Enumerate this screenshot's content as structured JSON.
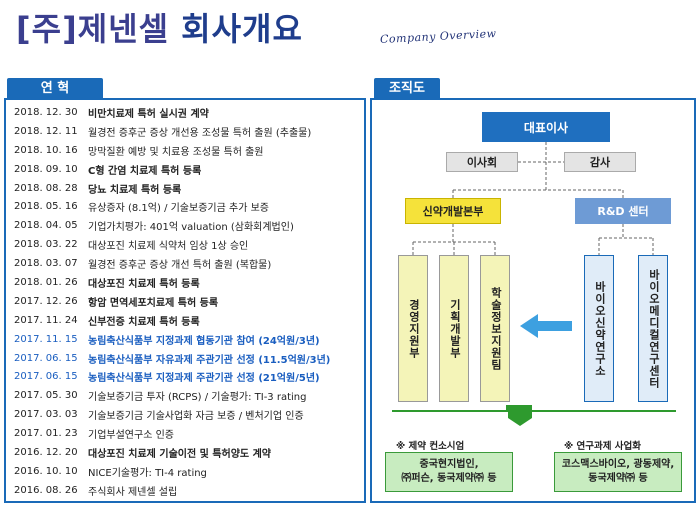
{
  "header": {
    "title_bracket": "[주]",
    "title_name": "제넨셀",
    "title_rest": " 회사개요",
    "subtitle": "Company Overview"
  },
  "history": {
    "tab_label": "연 혁",
    "rows": [
      {
        "date": "2018. 12. 30",
        "text": "비만치료제 특허 실시권 계약",
        "style": "bold"
      },
      {
        "date": "2018. 12. 11",
        "text": "월경전 증후군 증상 개선용 조성물 특허 출원 (추출물)",
        "style": "normal"
      },
      {
        "date": "2018. 10. 16",
        "text": "망막질환 예방 및 치료용 조성물 특허 출원",
        "style": "normal"
      },
      {
        "date": "2018. 09. 10",
        "text": "C형 간염 치료제 특허 등록",
        "style": "bold"
      },
      {
        "date": "2018. 08. 28",
        "text": "당뇨 치료제 특허 등록",
        "style": "bold"
      },
      {
        "date": "2018. 05. 16",
        "text": "유상증자 (8.1억) / 기술보증기금 추가 보증",
        "style": "normal"
      },
      {
        "date": "2018. 04. 05",
        "text": "기업가치평가: 401억 valuation (삼화회계법인)",
        "style": "normal"
      },
      {
        "date": "2018. 03. 22",
        "text": "대상포진 치료제 식약처 임상 1상 승인",
        "style": "normal"
      },
      {
        "date": "2018. 03. 07",
        "text": "월경전 증후군 증상 개선 특허 출원 (복합물)",
        "style": "normal"
      },
      {
        "date": "2018. 01. 26",
        "text": "대상포진 치료제 특허 등록",
        "style": "bold"
      },
      {
        "date": "2017. 12. 26",
        "text": "항암 면역세포치료제 특허 등록",
        "style": "bold"
      },
      {
        "date": "2017. 11. 24",
        "text": "신부전증 치료제 특허 등록",
        "style": "bold"
      },
      {
        "date": "2017. 11. 15",
        "text": "농림축산식품부 지정과제 협동기관 참여 (24억원/3년)",
        "style": "blue"
      },
      {
        "date": "2017. 06. 15",
        "text": "농림축산식품부 자유과제 주관기관 선정 (11.5억원/3년)",
        "style": "blue"
      },
      {
        "date": "2017. 06. 15",
        "text": "농림축산식품부 지정과제 주관기관 선정 (21억원/5년)",
        "style": "blue"
      },
      {
        "date": "2017. 05. 30",
        "text": "기술보증기금 투자 (RCPS) / 기술평가: TI-3 rating",
        "style": "normal"
      },
      {
        "date": "2017. 03. 03",
        "text": "기술보증기금 기술사업화 자금 보증  / 벤처기업 인증",
        "style": "normal"
      },
      {
        "date": "2017. 01. 23",
        "text": "기업부설연구소 인증",
        "style": "normal"
      },
      {
        "date": "2016. 12. 20",
        "text": "대상포진 치료제 기술이전 및 특허양도 계약",
        "style": "bold"
      },
      {
        "date": "2016. 10. 10",
        "text": "NICE기술평가: TI-4 rating",
        "style": "normal"
      },
      {
        "date": "2016. 08. 26",
        "text": "주식회사 제넨셀 설립",
        "style": "normal"
      }
    ]
  },
  "org": {
    "tab_label": "조직도",
    "ceo": "대표이사",
    "board": "이사회",
    "audit": "감사",
    "div_new_drug": "신약개발본부",
    "div_rd": "R&D 센터",
    "teams": [
      "경영지원부",
      "기획개발부",
      "학술정보지원팀",
      "바이오신약연구소",
      "바이오메디컬연구센터"
    ],
    "note_cro": "※ 제약 컨소시엄",
    "note_research": "※ 연구과제 사업화",
    "partners_cro": [
      "중국현지법인,",
      "㈜퍼슨, 동국제약㈜ 등"
    ],
    "partners_research": [
      "코스맥스바이오, 광동제약,",
      "동국제약㈜ 등"
    ]
  }
}
